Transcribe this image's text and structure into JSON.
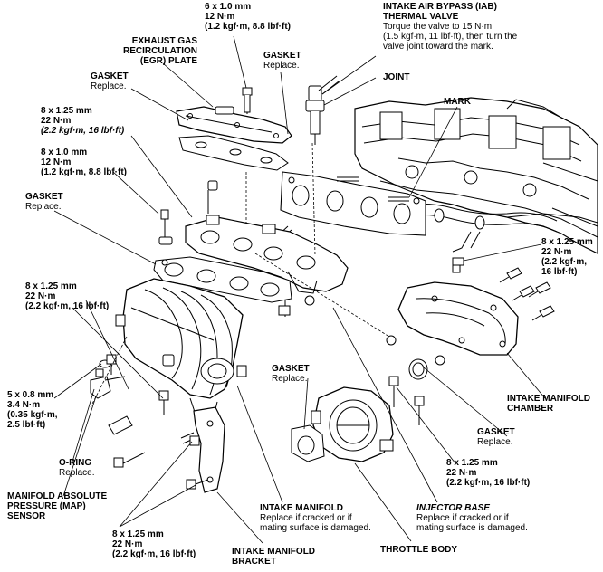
{
  "diagram": {
    "labels": {
      "egr_bolt": {
        "lines": [
          "6 x 1.0 mm",
          "12 N·m",
          "(1.2 kgf·m, 8.8 lbf·ft)"
        ]
      },
      "iab_valve": {
        "title": [
          "INTAKE AIR BYPASS (IAB)",
          "THERMAL VALVE"
        ],
        "note": [
          "Torque the valve to 15 N·m",
          "(1.5 kgf·m, 11 lbf·ft), then turn the",
          "valve joint toward the mark."
        ]
      },
      "egr_plate": {
        "title": [
          "EXHAUST GAS",
          "RECIRCULATION",
          "(EGR) PLATE"
        ]
      },
      "gasket_top": {
        "title": "GASKET",
        "note": "Replace."
      },
      "gasket_egr": {
        "title": "GASKET",
        "note": "Replace."
      },
      "joint": {
        "title": "JOINT"
      },
      "mark": {
        "title": "MARK"
      },
      "bolt_8x125_left": {
        "lines": [
          "8 x 1.25 mm",
          "22 N·m",
          "(2.2 kgf·m, 16 lbf·ft)"
        ]
      },
      "bolt_8x10_left": {
        "lines": [
          "8 x 1.0 mm",
          "12 N·m",
          "(1.2 kgf·m, 8.8 lbf·ft)"
        ]
      },
      "gasket_left": {
        "title": "GASKET",
        "note": "Replace."
      },
      "bolt_8x125_right": {
        "lines": [
          "8 x 1.25 mm",
          "22 N·m",
          "(2.2 kgf·m,",
          "16 lbf·ft)"
        ]
      },
      "bolt_8x125_mid_left": {
        "lines": [
          "8 x 1.25 mm",
          "22 N·m",
          "(2.2 kgf·m, 16 lbf·ft)"
        ]
      },
      "bolt_5x08": {
        "lines": [
          "5 x 0.8 mm",
          "3.4 N·m",
          "(0.35 kgf·m,",
          "2.5 lbf·ft)"
        ]
      },
      "gasket_center": {
        "title": "GASKET",
        "note": "Replace."
      },
      "chamber": {
        "title": [
          "INTAKE MANIFOLD",
          "CHAMBER"
        ]
      },
      "gasket_right": {
        "title": "GASKET",
        "note": "Replace."
      },
      "oring": {
        "title": "O-RING",
        "note": "Replace."
      },
      "bolt_8x125_lower_right": {
        "lines": [
          "8 x 1.25 mm",
          "22 N·m",
          "(2.2 kgf·m, 16 lbf·ft)"
        ]
      },
      "map_sensor": {
        "title": [
          "MANIFOLD ABSOLUTE",
          "PRESSURE (MAP)",
          "SENSOR"
        ]
      },
      "intake_manifold": {
        "title": "INTAKE MANIFOLD",
        "note": [
          "Replace if cracked or if",
          "mating surface is damaged."
        ]
      },
      "injector_base": {
        "title": "INJECTOR BASE",
        "note": [
          "Replace if cracked or if",
          "mating surface is damaged."
        ]
      },
      "bolt_8x125_bottom": {
        "lines": [
          "8 x 1.25 mm",
          "22 N·m",
          "(2.2 kgf·m, 16 lbf·ft)"
        ]
      },
      "throttle_body": {
        "title": "THROTTLE BODY"
      },
      "bracket": {
        "title": [
          "INTAKE MANIFOLD",
          "BRACKET"
        ]
      }
    }
  }
}
